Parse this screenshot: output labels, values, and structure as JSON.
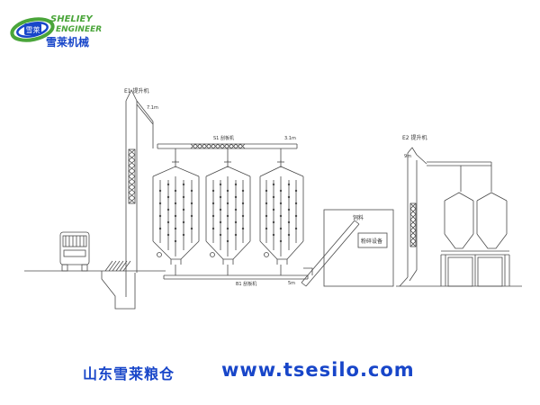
{
  "brand": {
    "logo_badge": "雪莱",
    "name_line1": "SHELIEY",
    "name_line2": "ENGINEER",
    "name_cn": "雪莱机械"
  },
  "labels": {
    "e1_elevator": "E1 提升机",
    "e1_height": "7.1m",
    "top_conveyor": "S1 刮板机",
    "top_conveyor_end": "3.1m",
    "e2_elevator": "E2 提升机",
    "e2_height": "9m",
    "bottom_conveyor": "B1 刮板机",
    "bottom_conveyor_end": "5m",
    "workshop": "饲料",
    "equipment_box": "粉碎设备"
  },
  "footer": {
    "company": "山东雪莱粮仓",
    "url": "www.tsesilo.com"
  },
  "colors": {
    "line": "#4a4a4a",
    "brand_blue": "#1846c9",
    "logo_green": "#4aa53a"
  }
}
